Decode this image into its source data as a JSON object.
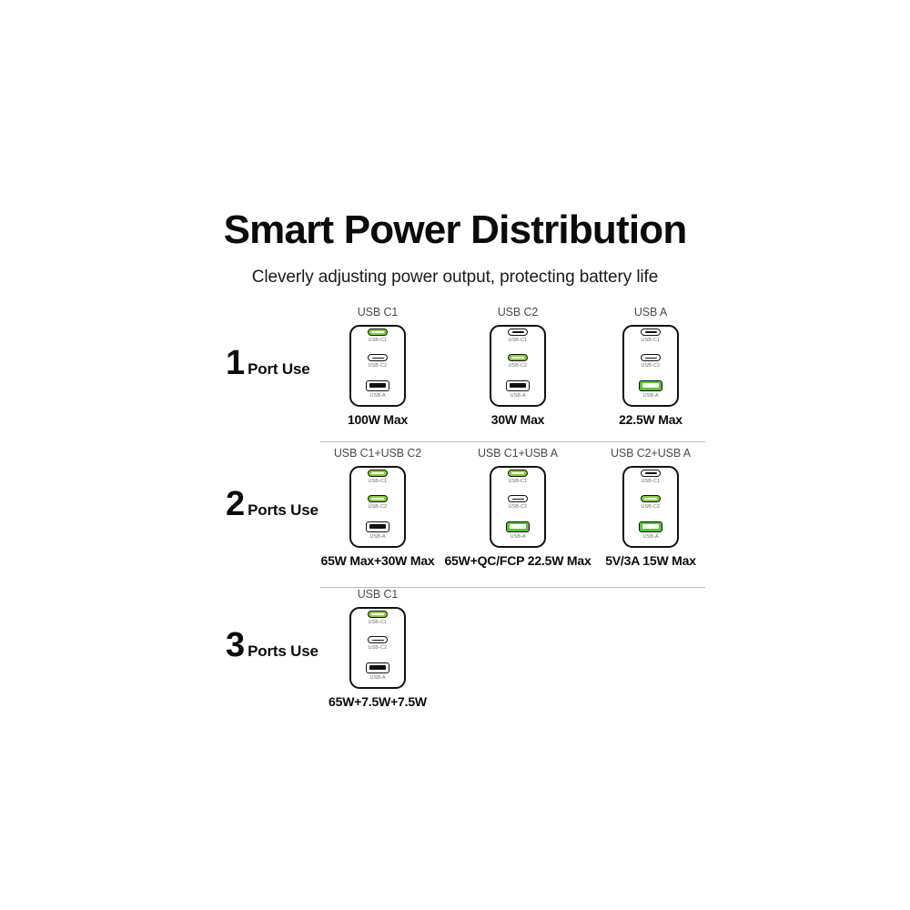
{
  "header": {
    "title": "Smart Power Distribution",
    "subtitle": "Cleverly adjusting power output, protecting battery life"
  },
  "port_captions": {
    "c1": "USB-C1",
    "c2": "USB-C2",
    "a": "USB-A"
  },
  "accent": {
    "green_c": "#8ACF3E",
    "green_a": "#5CC23C",
    "outline": "#111111",
    "divider": "#b9b9b9",
    "head_text": "#4a4a4a"
  },
  "rows": [
    {
      "num": "1",
      "word": "Port Use",
      "cells": [
        {
          "head": "USB C1",
          "foot": "100W Max",
          "c1_active": true,
          "c2_active": false,
          "a_active": false
        },
        {
          "head": "USB C2",
          "foot": "30W Max",
          "c1_active": false,
          "c2_active": true,
          "a_active": false
        },
        {
          "head": "USB A",
          "foot": "22.5W Max",
          "c1_active": false,
          "c2_active": false,
          "a_active": true
        }
      ]
    },
    {
      "num": "2",
      "word": "Ports Use",
      "cells": [
        {
          "head": "USB C1+USB C2",
          "foot": "65W Max+30W Max",
          "c1_active": true,
          "c2_active": true,
          "a_active": false
        },
        {
          "head": "USB C1+USB A",
          "foot": "65W+QC/FCP 22.5W Max",
          "c1_active": true,
          "c2_active": false,
          "a_active": true
        },
        {
          "head": "USB C2+USB A",
          "foot": "5V/3A 15W Max",
          "c1_active": false,
          "c2_active": true,
          "a_active": true
        }
      ]
    },
    {
      "num": "3",
      "word": "Ports Use",
      "cells": [
        {
          "head": "USB C1",
          "foot": "65W+7.5W+7.5W",
          "c1_active": true,
          "c2_active": false,
          "a_active": false
        }
      ]
    }
  ]
}
